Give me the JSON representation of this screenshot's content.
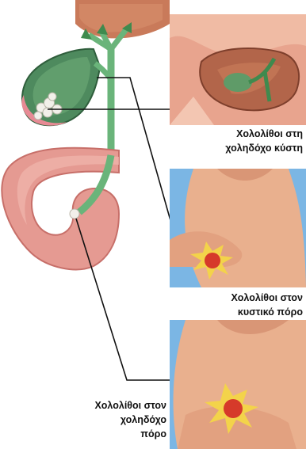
{
  "captions": {
    "gallbladder": {
      "line1": "Χολολίθοι στη",
      "line2": "χοληδόχο κύστη"
    },
    "cystic_duct": {
      "line1": "Χολολίθοι στον",
      "line2": "κυστικό πόρο"
    },
    "common_duct": {
      "line1": "Χολολίθοι στον",
      "line2": "χοληδόχο",
      "line3": "πόρο"
    }
  },
  "colors": {
    "liver": "#c97a5a",
    "gallbladder": "#4e8a5e",
    "bile_duct": "#6ab47a",
    "intestine": "#e59a92",
    "skin": "#e9b08e",
    "background_blue": "#7bb6e4",
    "pain": "#d63a2a",
    "leader_line": "#111111"
  },
  "icons": [
    "arrow-up-icon",
    "stones-icon",
    "pain-burst-icon"
  ]
}
